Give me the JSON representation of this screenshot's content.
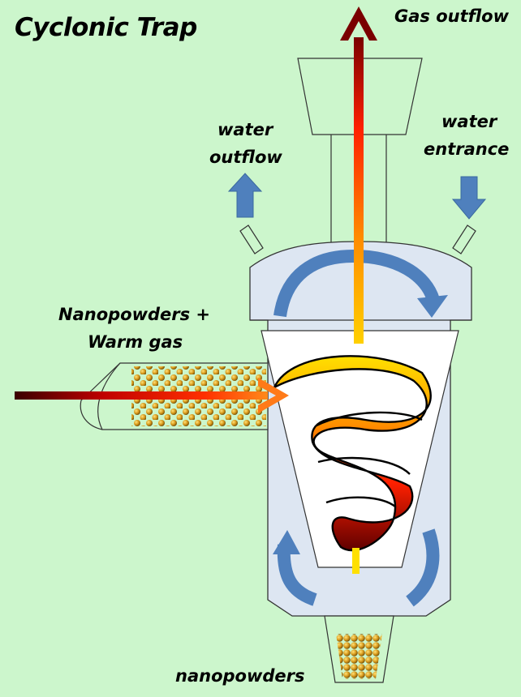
{
  "title": "Cyclonic Trap",
  "labels": {
    "gas_outflow": "Gas outflow",
    "water_outflow_line1": "water",
    "water_outflow_line2": "outflow",
    "water_entrance_line1": "water",
    "water_entrance_line2": "entrance",
    "input_line1": "Nanopowders +",
    "input_line2": "Warm gas",
    "collected": "nanopowders"
  },
  "colors": {
    "background": "#ccf6cc",
    "vessel_fill": "#dde6f2",
    "water_arrow": "#4f80bd",
    "particle": "#d89a1c",
    "gas_hot": "#ff2a00",
    "gas_dark": "#6b0000",
    "gas_warm": "#ffd700"
  }
}
